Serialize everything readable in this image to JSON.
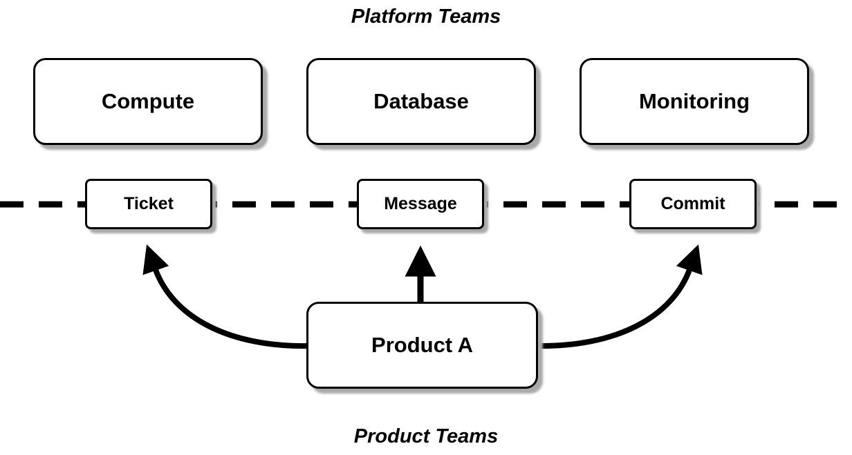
{
  "diagram": {
    "top_label": "Platform Teams",
    "bottom_label": "Product Teams",
    "platform_boxes": [
      {
        "label": "Compute"
      },
      {
        "label": "Database"
      },
      {
        "label": "Monitoring"
      }
    ],
    "interface_boxes": [
      {
        "label": "Ticket"
      },
      {
        "label": "Message"
      },
      {
        "label": "Commit"
      }
    ],
    "product_box": {
      "label": "Product A"
    },
    "arrows": [
      {
        "from": "Product A",
        "to": "Ticket"
      },
      {
        "from": "Product A",
        "to": "Message"
      },
      {
        "from": "Product A",
        "to": "Commit"
      }
    ],
    "colors": {
      "stroke": "#000000",
      "shadow": "#a9a9a9",
      "background": "#ffffff"
    }
  }
}
